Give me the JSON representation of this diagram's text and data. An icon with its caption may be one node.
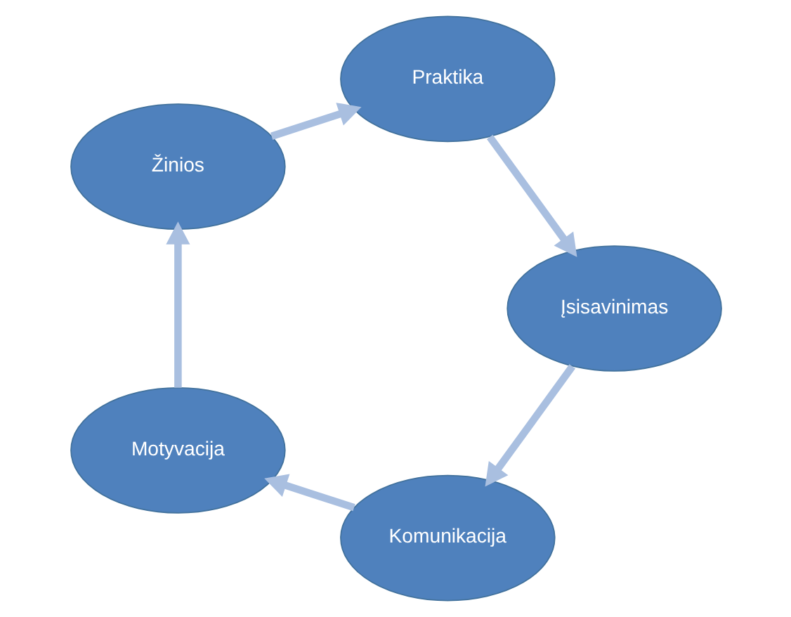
{
  "diagram": {
    "nodes": [
      {
        "text": [
          "Komunikacija"
        ]
      },
      {
        "text": [
          "Motyvacija"
        ]
      },
      {
        "text": [
          "Žinios"
        ]
      },
      {
        "text": [
          "Praktika"
        ]
      },
      {
        "text": [
          "Įsisavinimas"
        ]
      }
    ],
    "edges": [
      {
        "from": 0,
        "to": 1,
        "arrow": "to"
      },
      {
        "from": 1,
        "to": 2,
        "arrow": "to"
      },
      {
        "from": 2,
        "to": 3,
        "arrow": "to"
      },
      {
        "from": 3,
        "to": 4,
        "arrow": "to"
      },
      {
        "from": 4,
        "to": 0,
        "arrow": "to"
      }
    ]
  }
}
